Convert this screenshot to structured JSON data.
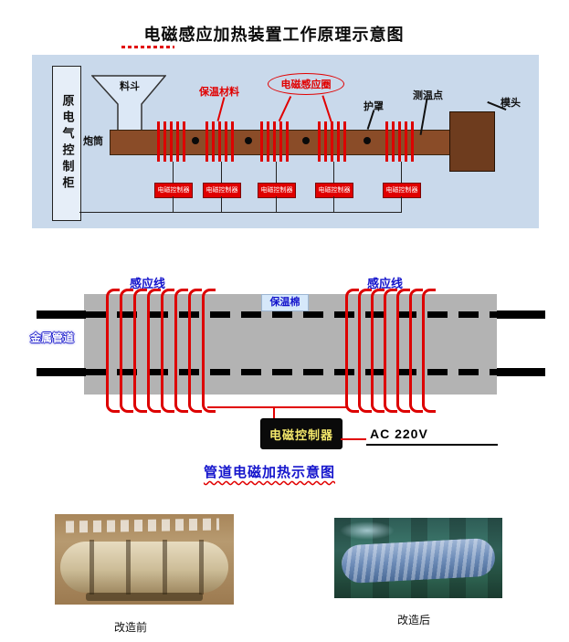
{
  "title": "电磁感应加热装置工作原理示意图",
  "top_diagram": {
    "cabinet": "原电气控制柜",
    "hopper": "料斗",
    "barrel": "炮筒",
    "insulation": "保温材料",
    "induction_coil": "电磁感应圈",
    "shield": "护罩",
    "temp_point": "测温点",
    "die_head": "模头",
    "controllers": [
      "电磁控制器",
      "电磁控制器",
      "电磁控制器",
      "电磁控制器",
      "电磁控制器"
    ]
  },
  "middle_diagram": {
    "induction_wire_left": "感应线",
    "induction_wire_right": "感应线",
    "insulation_cotton": "保温棉",
    "metal_pipe": "金属管道",
    "controller": "电磁控制器",
    "power": "AC 220V",
    "caption": "管道电磁加热示意图"
  },
  "photos": {
    "before": "改造前",
    "after": "改造后"
  },
  "colors": {
    "accent_red": "#e10000",
    "label_blue": "#1414cc",
    "panel_blue": "#c9d9eb",
    "pipe_gray": "#b3b3b3",
    "barrel_brown": "#8a4c28",
    "die_brown": "#6e3c1e"
  }
}
